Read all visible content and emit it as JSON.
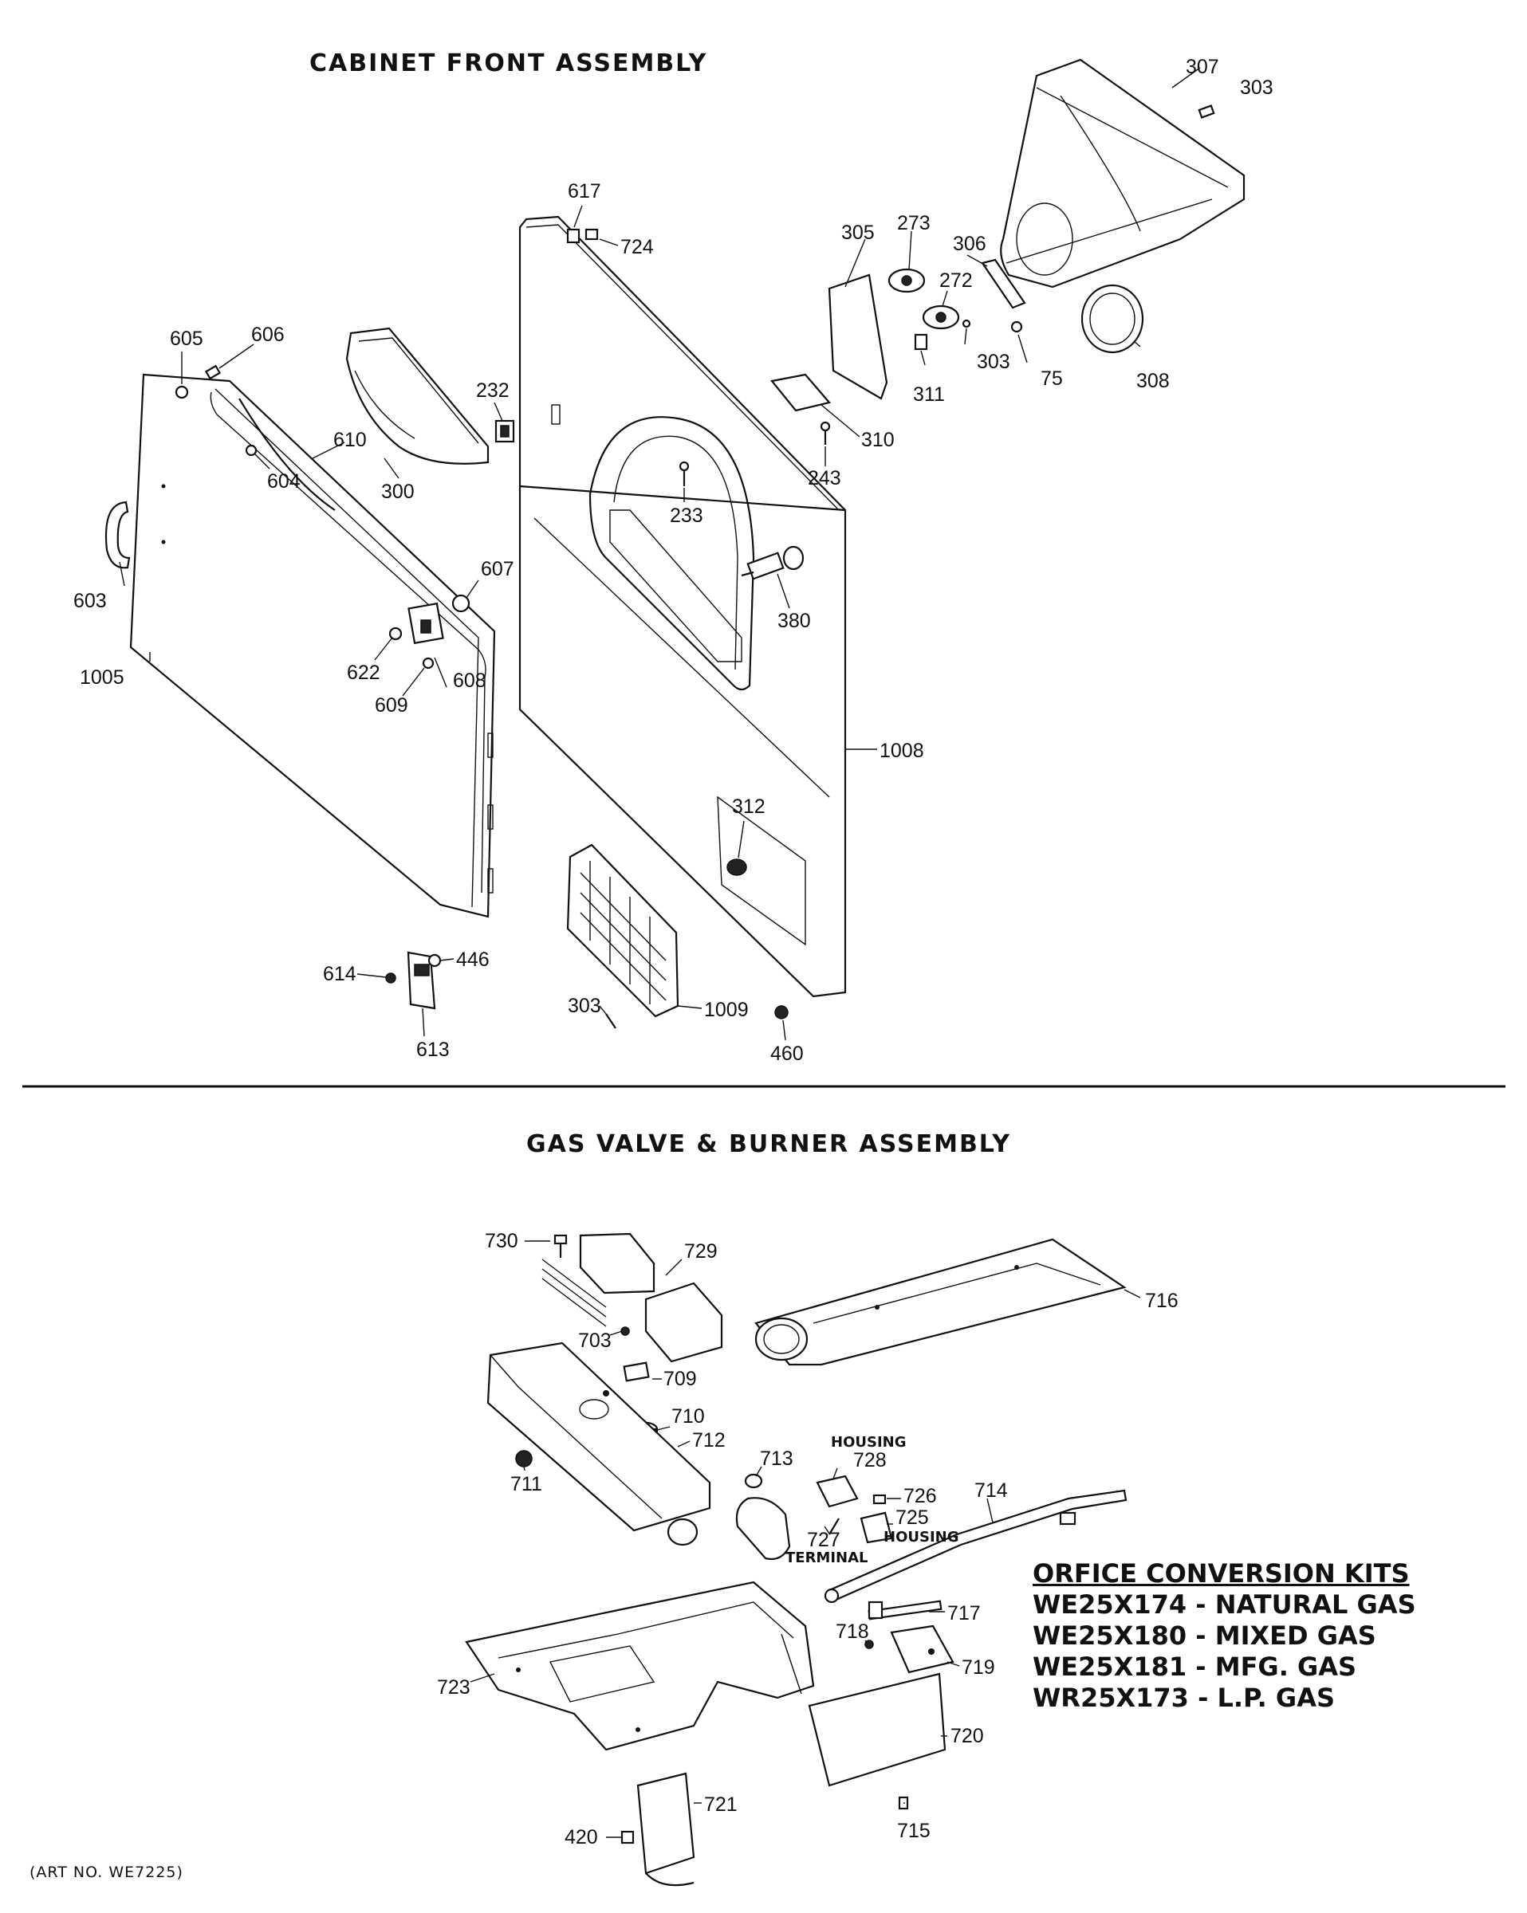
{
  "sections": {
    "cabinet_title": "CABINET FRONT ASSEMBLY",
    "gas_title": "GAS VALVE & BURNER ASSEMBLY"
  },
  "cabinet_labels": {
    "l307": "307",
    "l303a": "303",
    "l617": "617",
    "l724": "724",
    "l305": "305",
    "l273": "273",
    "l306": "306",
    "l272": "272",
    "l303b": "303",
    "l75": "75",
    "l308": "308",
    "l311": "311",
    "l605": "605",
    "l606": "606",
    "l232": "232",
    "l610": "610",
    "l604": "604",
    "l300": "300",
    "l310": "310",
    "l243": "243",
    "l233": "233",
    "l603": "603",
    "l607": "607",
    "l380": "380",
    "l622": "622",
    "l608": "608",
    "l609": "609",
    "l1005": "1005",
    "l1008": "1008",
    "l312": "312",
    "l614": "614",
    "l446": "446",
    "l613": "613",
    "l303c": "303",
    "l1009": "1009",
    "l460": "460"
  },
  "gas_labels": {
    "l730": "730",
    "l729": "729",
    "l716": "716",
    "l703": "703",
    "l709": "709",
    "l710": "710",
    "l712": "712",
    "l713": "713",
    "l728": "728",
    "housing_top": "HOUSING",
    "l726": "726",
    "l714": "714",
    "l725": "725",
    "housing_bottom": "HOUSING",
    "l711": "711",
    "l727": "727",
    "terminal": "TERMINAL",
    "l717": "717",
    "l718": "718",
    "l719": "719",
    "l723": "723",
    "l720": "720",
    "l715": "715",
    "l721": "721",
    "l420": "420"
  },
  "conversion_kits": {
    "heading": "ORFICE CONVERSION KITS",
    "items": [
      "WE25X174 - NATURAL GAS",
      "WE25X180 - MIXED GAS",
      "WE25X181 - MFG. GAS",
      "WR25X173 - L.P. GAS"
    ]
  },
  "art_number": "(ART NO. WE7225)"
}
